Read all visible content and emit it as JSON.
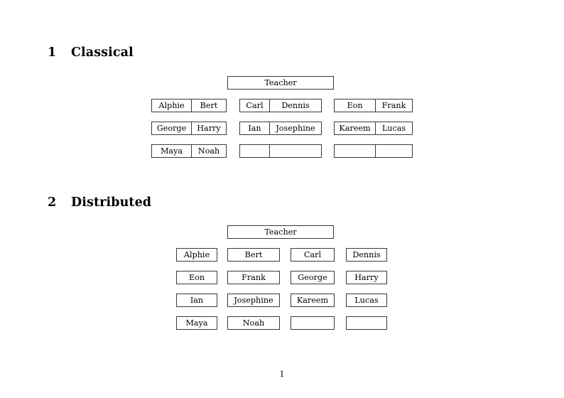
{
  "document": {
    "page_number": "1",
    "sections": [
      {
        "number": "1",
        "title": "Classical",
        "root": {
          "label": "Teacher"
        },
        "groups": [
          {
            "id": "group-a",
            "rows": [
              {
                "cells": [
                  "Alphie",
                  "Bert"
                ]
              },
              {
                "cells": [
                  "George",
                  "Harry"
                ]
              },
              {
                "cells": [
                  "Maya",
                  "Noah"
                ]
              }
            ]
          },
          {
            "id": "group-b",
            "rows": [
              {
                "cells": [
                  "Carl",
                  "Dennis"
                ]
              },
              {
                "cells": [
                  "Ian",
                  "Josephine"
                ]
              },
              {
                "cells": [
                  "",
                  ""
                ]
              }
            ]
          },
          {
            "id": "group-c",
            "rows": [
              {
                "cells": [
                  "Eon",
                  "Frank"
                ]
              },
              {
                "cells": [
                  "Kareem",
                  "Lucas"
                ]
              },
              {
                "cells": [
                  "",
                  ""
                ]
              }
            ]
          }
        ]
      },
      {
        "number": "2",
        "title": "Distributed",
        "root": {
          "label": "Teacher"
        },
        "rows": [
          {
            "cells": [
              "Alphie",
              "Bert",
              "Carl",
              "Dennis"
            ]
          },
          {
            "cells": [
              "Eon",
              "Frank",
              "George",
              "Harry"
            ]
          },
          {
            "cells": [
              "Ian",
              "Josephine",
              "Kareem",
              "Lucas"
            ]
          },
          {
            "cells": [
              "Maya",
              "Noah",
              "",
              ""
            ]
          }
        ]
      }
    ]
  },
  "colors": {
    "page_background": "#ffffff",
    "text": "#000000",
    "box_border": "#3a3a3a"
  }
}
